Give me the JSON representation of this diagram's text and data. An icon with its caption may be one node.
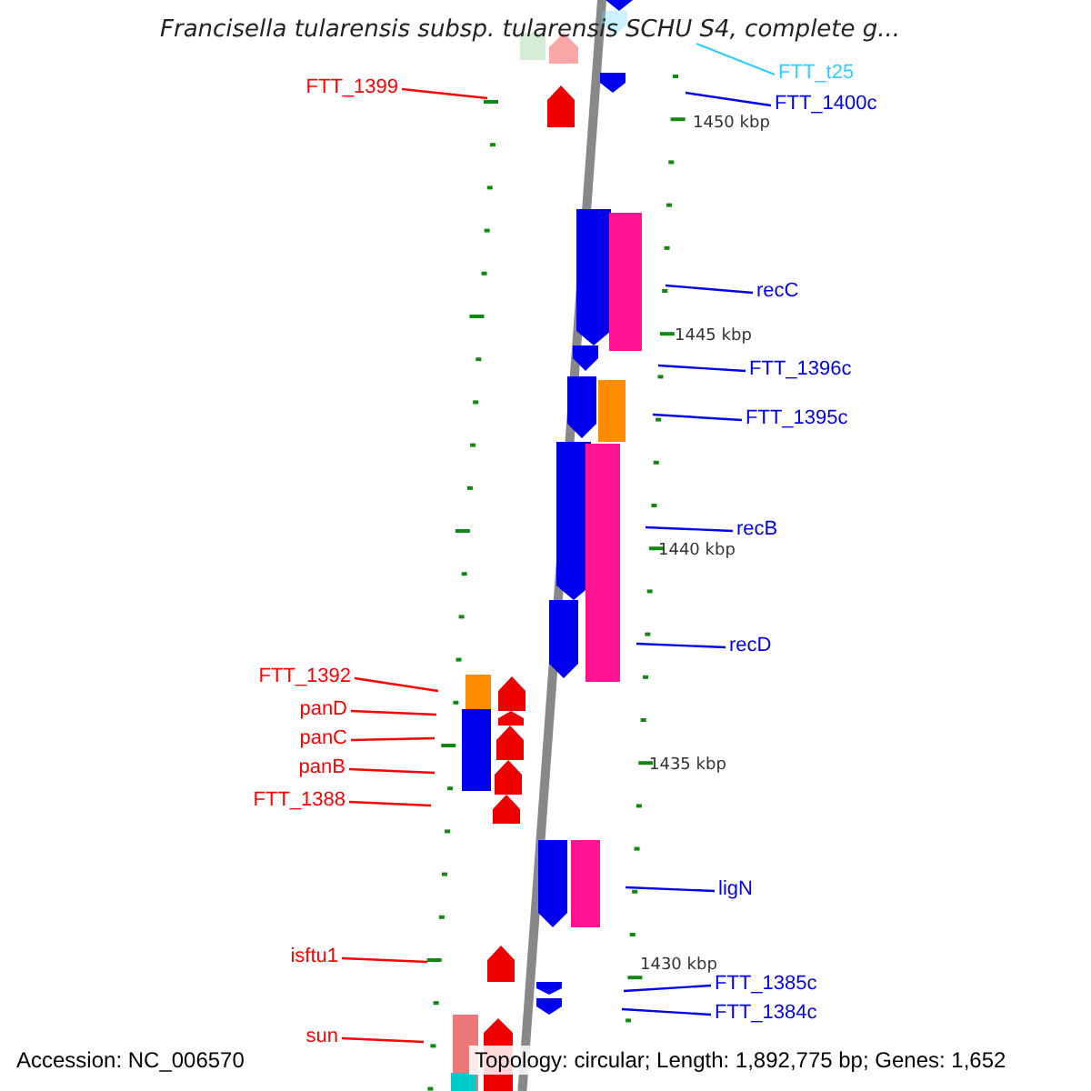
{
  "diagram": {
    "title": "Francisella tularensis subsp. tularensis SCHU S4, complete g...",
    "nodes": [
      {
        "text": [
          "FTT_t25"
        ]
      },
      {
        "text": [
          "FTT_1399"
        ]
      },
      {
        "text": [
          "FTT_1400c"
        ]
      },
      {
        "text": [
          "recC"
        ]
      },
      {
        "text": [
          "FTT_1396c"
        ]
      },
      {
        "text": [
          "FTT_1395c"
        ]
      },
      {
        "text": [
          "recB"
        ]
      },
      {
        "text": [
          "recD"
        ]
      },
      {
        "text": [
          "FTT_1392"
        ]
      },
      {
        "text": [
          "panD"
        ]
      },
      {
        "text": [
          "panC"
        ]
      },
      {
        "text": [
          "panB"
        ]
      },
      {
        "text": [
          "FTT_1388"
        ]
      },
      {
        "text": [
          "ligN"
        ]
      },
      {
        "text": [
          "isftu1"
        ]
      },
      {
        "text": [
          "FTT_1385c"
        ]
      },
      {
        "text": [
          "FTT_1384c"
        ]
      },
      {
        "text": [
          "sun"
        ]
      }
    ],
    "edges": [
      {
        "from": 0,
        "to": null,
        "arrow": "none",
        "color": "#33ccff"
      },
      {
        "from": 1,
        "to": null,
        "arrow": "none",
        "color": "#ff0000"
      },
      {
        "from": 2,
        "to": null,
        "arrow": "none"
      },
      {
        "from": 3,
        "to": null,
        "arrow": "none"
      },
      {
        "from": 4,
        "to": null,
        "arrow": "none"
      },
      {
        "from": 5,
        "to": null,
        "arrow": "none"
      },
      {
        "from": 6,
        "to": null,
        "arrow": "none"
      },
      {
        "from": 7,
        "to": null,
        "arrow": "none"
      },
      {
        "from": 8,
        "to": null,
        "arrow": "none",
        "color": "#ff0000"
      },
      {
        "from": 9,
        "to": null,
        "arrow": "none",
        "color": "#ff0000"
      },
      {
        "from": 10,
        "to": null,
        "arrow": "none",
        "color": "#ff0000"
      },
      {
        "from": 11,
        "to": null,
        "arrow": "none",
        "color": "#ff0000"
      },
      {
        "from": 12,
        "to": null,
        "arrow": "none",
        "color": "#ff0000"
      },
      {
        "from": 13,
        "to": null,
        "arrow": "none"
      },
      {
        "from": 14,
        "to": null,
        "arrow": "none",
        "color": "#ff0000"
      },
      {
        "from": 15,
        "to": null,
        "arrow": "none"
      },
      {
        "from": 16,
        "to": null,
        "arrow": "none"
      },
      {
        "from": 17,
        "to": null,
        "arrow": "none",
        "color": "#ff0000"
      }
    ],
    "labels": [
      "1450 kbp",
      "1445 kbp",
      "1440 kbp",
      "1435 kbp",
      "1430 kbp",
      "Accession: NC_006570",
      "Topology: circular; Length: 1,892,775 bp; Genes: 1,652"
    ]
  }
}
